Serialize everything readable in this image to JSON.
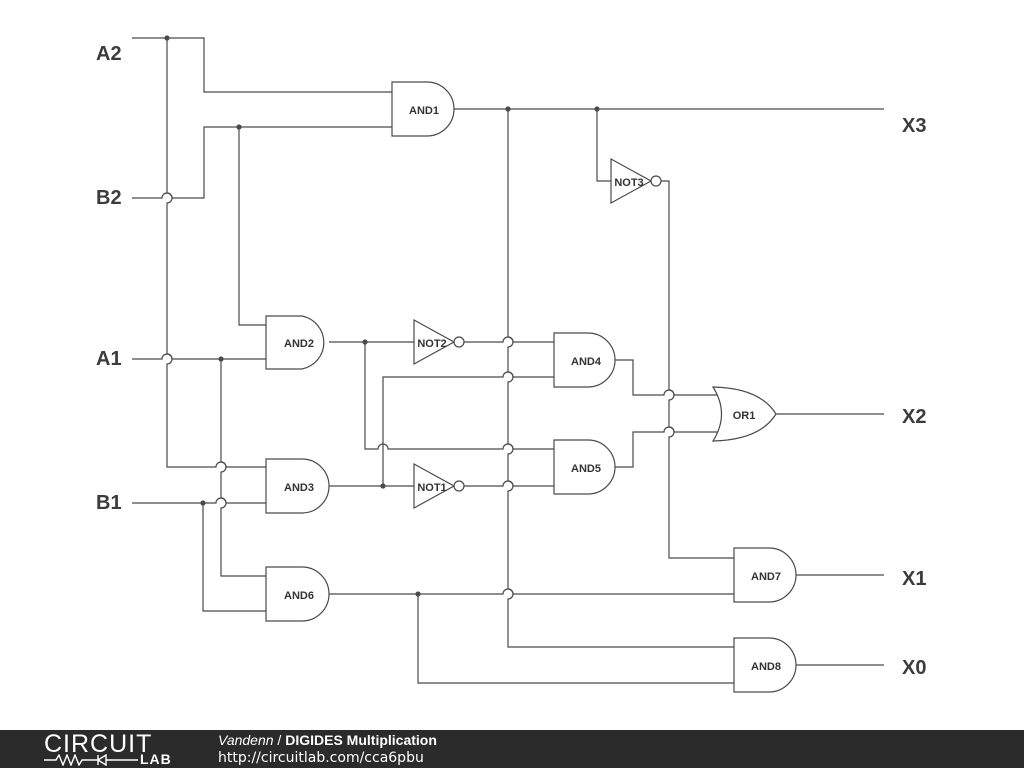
{
  "inputs": [
    "A2",
    "B2",
    "A1",
    "B1"
  ],
  "outputs": [
    "X3",
    "X2",
    "X1",
    "X0"
  ],
  "gates": {
    "and1": "AND1",
    "and2": "AND2",
    "and3": "AND3",
    "and4": "AND4",
    "and5": "AND5",
    "and6": "AND6",
    "and7": "AND7",
    "and8": "AND8",
    "or1": "OR1",
    "not1": "NOT1",
    "not2": "NOT2",
    "not3": "NOT3"
  },
  "footer": {
    "logo_circuit": "CIRCUIT",
    "logo_lab": "LAB",
    "author": "Vandenn",
    "separator": " / ",
    "title": "DIGIDES Multiplication",
    "url": "http://circuitlab.com/cca6pbu"
  },
  "colors": {
    "wire": "#4a4a4a",
    "footer_bg": "#2b2b2b"
  }
}
